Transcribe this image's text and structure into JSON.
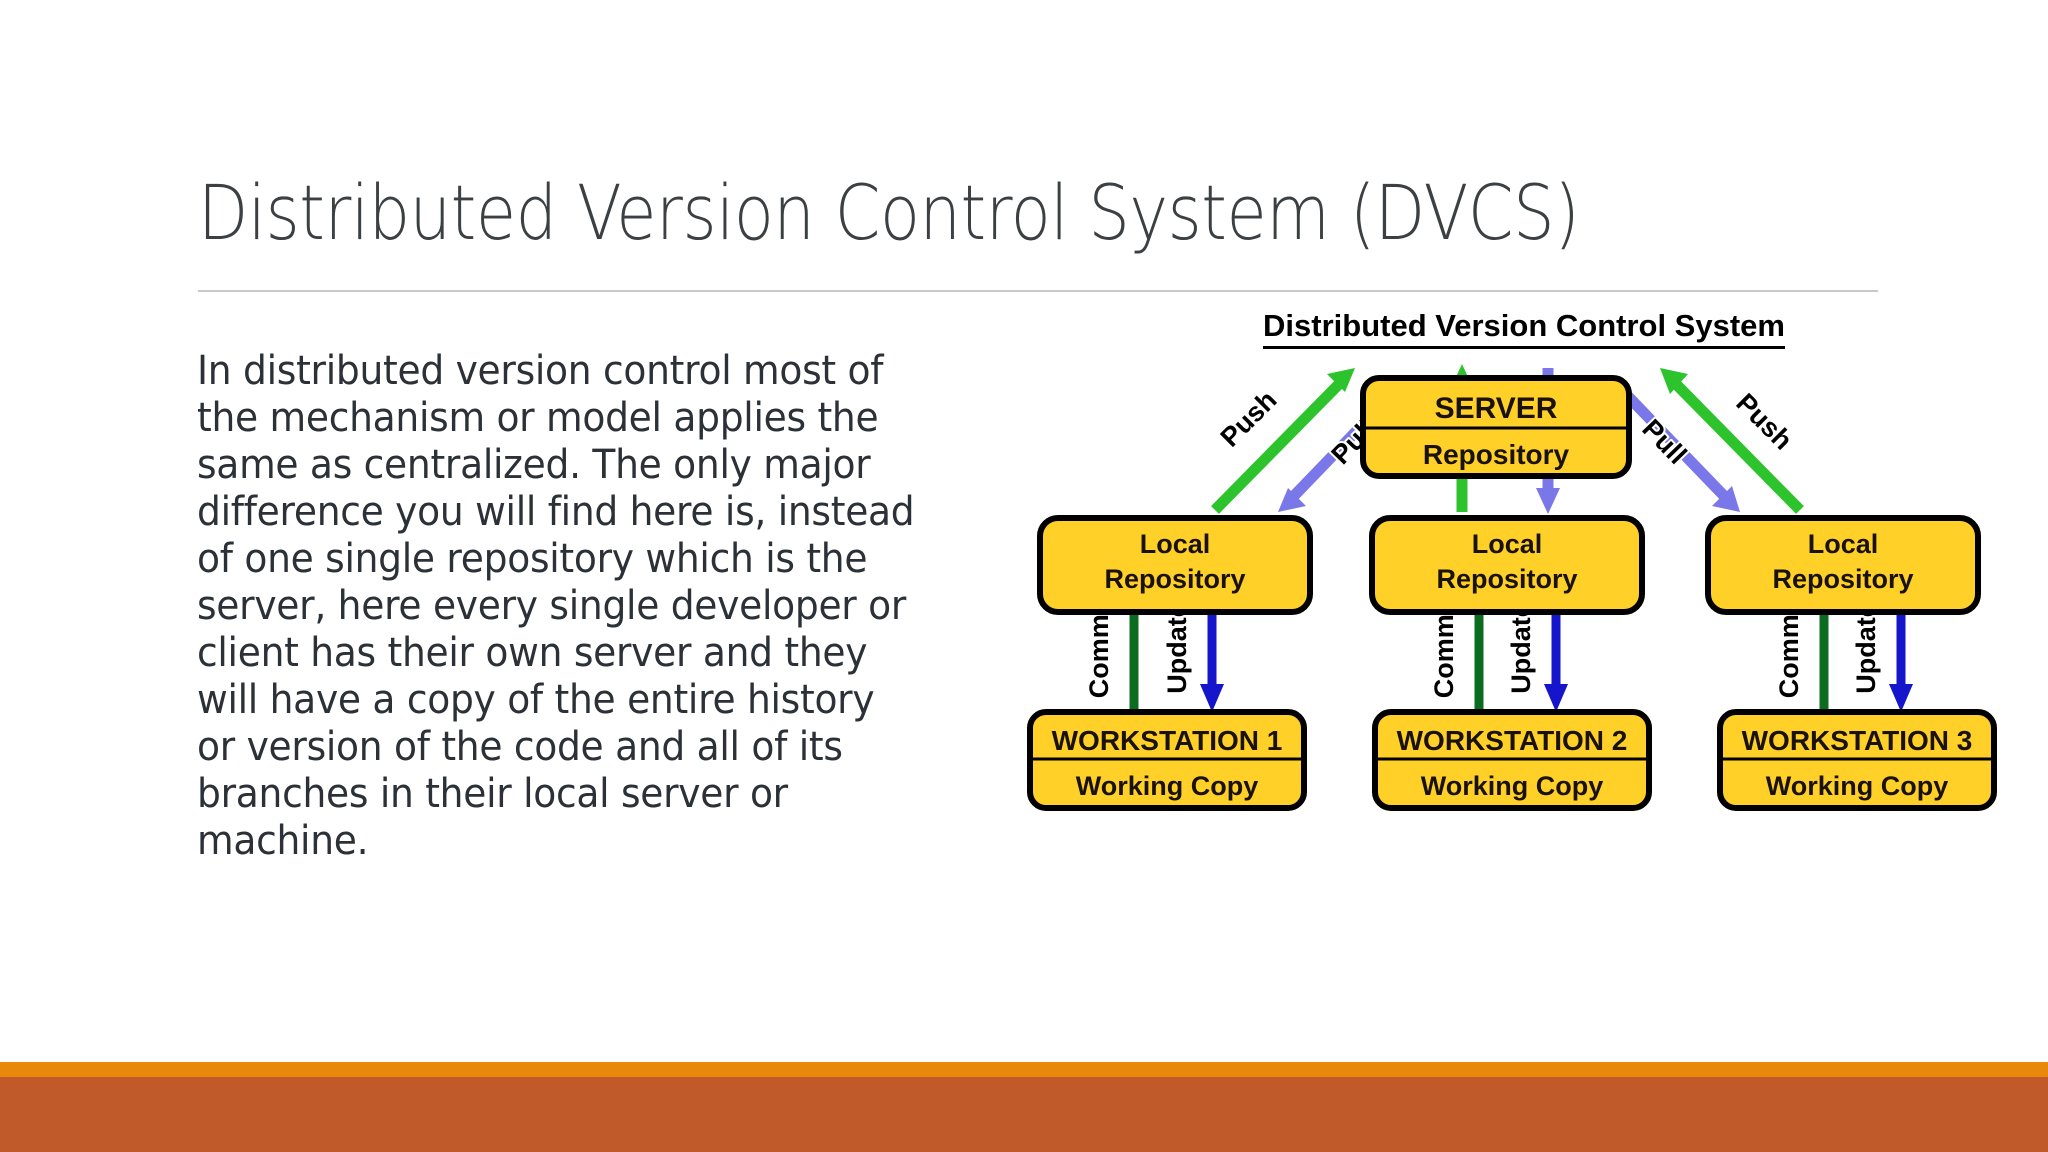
{
  "slide": {
    "title": "Distributed Version Control System (DVCS)",
    "body": "In distributed version control most of the mechanism or model applies the same as centralized. The only major difference you will find here is, instead of one single repository which is the server, here every single developer or client has their own server and they will have a copy of the entire history or version of the code and all of its branches in their local server or machine."
  },
  "diagram": {
    "title": "Distributed Version Control System",
    "server": {
      "header": "SERVER",
      "sub": "Repository"
    },
    "local_repos": [
      {
        "line1": "Local",
        "line2": "Repository"
      },
      {
        "line1": "Local",
        "line2": "Repository"
      },
      {
        "line1": "Local",
        "line2": "Repository"
      }
    ],
    "workstations": [
      {
        "header": "WORKSTATION 1",
        "sub": "Working Copy"
      },
      {
        "header": "WORKSTATION 2",
        "sub": "Working Copy"
      },
      {
        "header": "WORKSTATION 3",
        "sub": "Working Copy"
      }
    ],
    "arrow_labels": {
      "push": "Push",
      "pull": "Pull",
      "commit": "Commit",
      "update": "Update"
    },
    "upper_arrows": [
      {
        "label": "Push",
        "column": 0,
        "direction": "up",
        "color": "#2DC32D"
      },
      {
        "label": "Pull",
        "column": 0,
        "direction": "down",
        "color": "#7A78E8"
      },
      {
        "label": "Push",
        "column": 1,
        "direction": "up",
        "color": "#2DC32D"
      },
      {
        "label": "Pull",
        "column": 1,
        "direction": "down",
        "color": "#7A78E8"
      },
      {
        "label": "Pull",
        "column": 2,
        "direction": "down",
        "color": "#7A78E8"
      },
      {
        "label": "Push",
        "column": 2,
        "direction": "up",
        "color": "#2DC32D"
      }
    ],
    "lower_arrows": [
      {
        "label": "Commit",
        "column": 0,
        "direction": "up",
        "color": "#0B6B1F"
      },
      {
        "label": "Update",
        "column": 0,
        "direction": "down",
        "color": "#1515CC"
      },
      {
        "label": "Commit",
        "column": 1,
        "direction": "up",
        "color": "#0B6B1F"
      },
      {
        "label": "Update",
        "column": 1,
        "direction": "down",
        "color": "#1515CC"
      },
      {
        "label": "Commit",
        "column": 2,
        "direction": "up",
        "color": "#0B6B1F"
      },
      {
        "label": "Update",
        "column": 2,
        "direction": "down",
        "color": "#1515CC"
      }
    ]
  },
  "colors": {
    "box_fill": "#FFD028",
    "box_border": "#000000",
    "push_green": "#2DC32D",
    "pull_purple": "#7A78E8",
    "commit_green": "#0B6B1F",
    "update_blue": "#1515CC",
    "title_text": "#3C4043",
    "body_text": "#2B3137",
    "footer_accent": "#E8890C",
    "footer_band": "#C05A2B",
    "rule": "#C9C9C9"
  }
}
